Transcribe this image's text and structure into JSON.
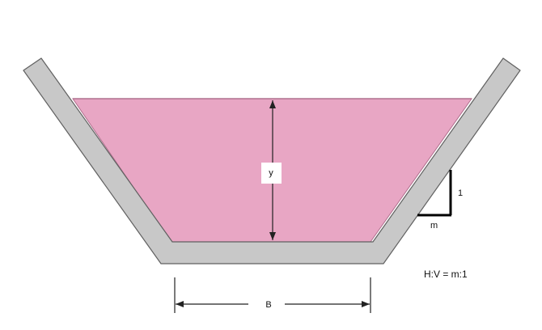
{
  "labels": {
    "depth": "y",
    "bottom_width": "B",
    "slope_vertical": "1",
    "slope_horizontal": "m",
    "slope_ratio": "H:V = m:1"
  },
  "colors": {
    "water": "#e8a6c4",
    "water_edge": "#b0708e",
    "channel_wall": "#c8c8c8",
    "channel_outline": "#606060",
    "dimension_line": "#222222",
    "slope_triangle": "#000000",
    "background": "#ffffff"
  }
}
